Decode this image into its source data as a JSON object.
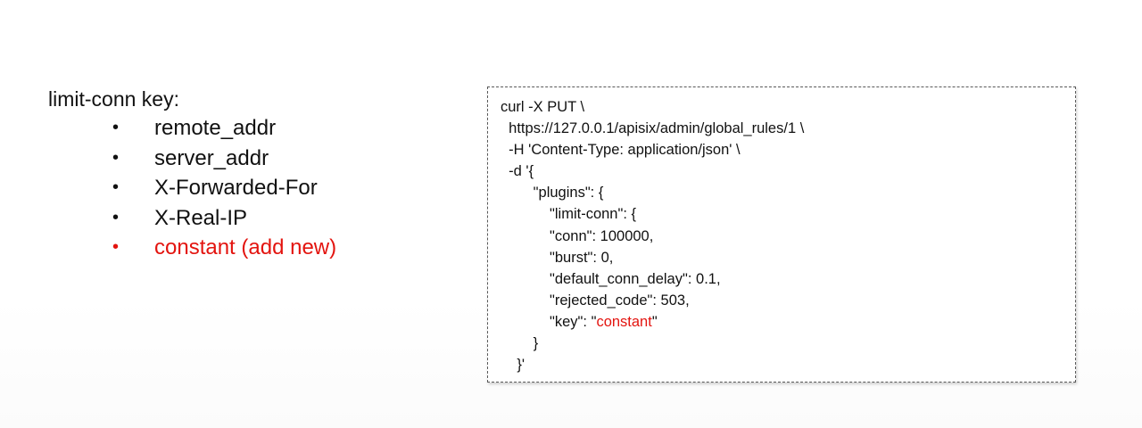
{
  "left": {
    "heading": "limit-conn key:",
    "bullet_char": "•",
    "items": [
      {
        "label": "remote_addr",
        "highlight": false
      },
      {
        "label": "server_addr",
        "highlight": false
      },
      {
        "label": "X-Forwarded-For",
        "highlight": false
      },
      {
        "label": "X-Real-IP",
        "highlight": false
      },
      {
        "label": "constant (add new)",
        "highlight": true
      }
    ]
  },
  "code": {
    "lines": [
      "curl -X PUT \\",
      "  https://127.0.0.1/apisix/admin/global_rules/1 \\",
      "  -H 'Content-Type: application/json' \\",
      "  -d '{",
      "        \"plugins\": {",
      "            \"limit-conn\": {",
      "            \"conn\": 100000,",
      "            \"burst\": 0,",
      "            \"default_conn_delay\": 0.1,",
      "            \"rejected_code\": 503,",
      "            \"key\": \""
    ],
    "key_value": "constant",
    "key_suffix": "\"",
    "closing_lines": [
      "        }",
      "    }'"
    ]
  },
  "colors": {
    "highlight": "#e3140f",
    "text": "#111111",
    "border": "#5a5a5a"
  }
}
